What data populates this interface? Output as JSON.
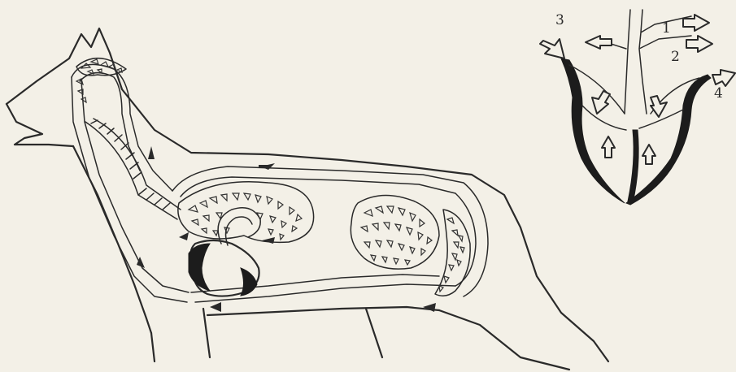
{
  "heart_labels": [
    "1",
    "2",
    "3",
    "4"
  ]
}
